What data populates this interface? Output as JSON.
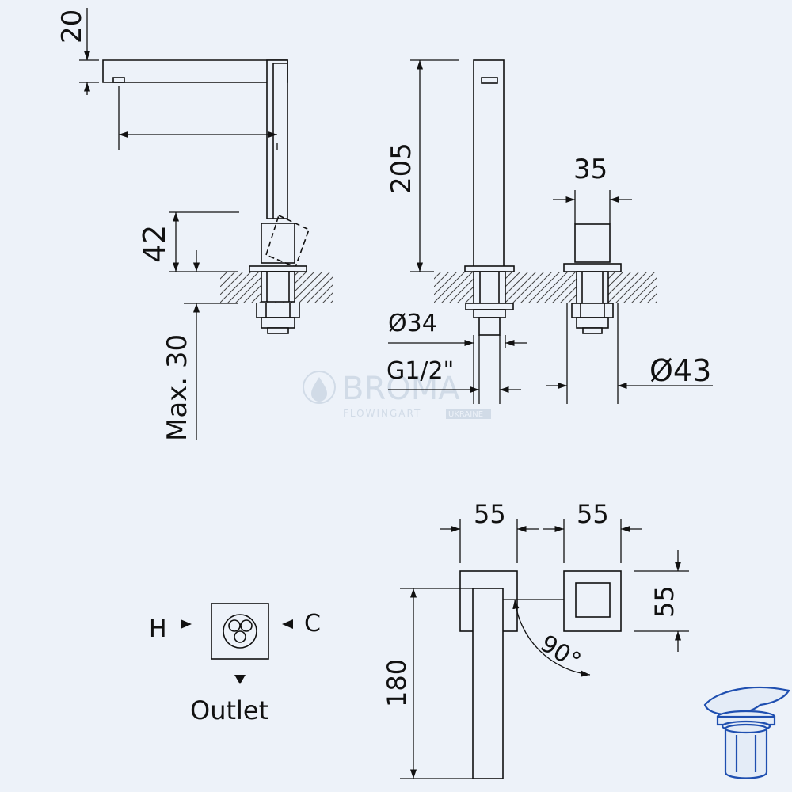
{
  "dimensions": {
    "spout_height": "20",
    "handle_height": "42",
    "max_counter": "Max. 30",
    "spout_body_height": "205",
    "handle_width": "35",
    "base_dia_34": "Ø34",
    "thread": "G1/2\"",
    "base_dia_43": "Ø43",
    "plate_width_left": "55",
    "plate_width_right": "55",
    "plate_depth": "55",
    "spout_length": "180",
    "rotation": "90°"
  },
  "connections": {
    "hot": "H",
    "cold": "C",
    "outlet": "Outlet"
  },
  "watermark": {
    "brand": "BROMA",
    "sub": "FLOWINGART",
    "tag": "UKRAINE"
  },
  "colors": {
    "background": "#edf2f9",
    "line": "#111111",
    "icon_blue": "#1f4fb0"
  },
  "icons": [
    "arrow-right-icon",
    "arrow-left-icon",
    "arrow-down-icon",
    "drain-plug-icon"
  ]
}
